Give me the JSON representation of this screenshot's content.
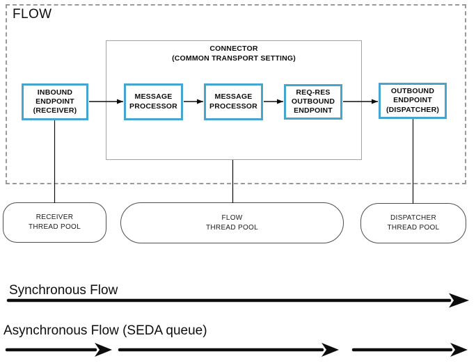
{
  "flow": {
    "title": "FLOW"
  },
  "connector": {
    "title": "CONNECTOR\n(COMMON TRANSPORT SETTING)"
  },
  "nodes": {
    "inbound": "INBOUND\nENDPOINT\n(RECEIVER)",
    "mp1": "MESSAGE\nPROCESSOR",
    "mp2": "MESSAGE\nPROCESSOR",
    "reqres": "REQ-RES\nOUTBOUND\nENDPOINT",
    "outbound": "OUTBOUND\nENDPOINT\n(DISPATCHER)"
  },
  "thread_pools": {
    "receiver": "RECEIVER\nTHREAD POOL",
    "flow": "FLOW\nTHREAD POOL",
    "dispatcher": "DISPATCHER\nTHREAD POOL"
  },
  "legend": {
    "synchronous": "Synchronous Flow",
    "asynchronous": "Asynchronous Flow (SEDA queue)"
  },
  "colors": {
    "node-border": "#46A5D0",
    "outline-dash": "#999999",
    "outline-thin": "#a3a3a3",
    "pool-border": "#4d4d4d",
    "line-color": "#0d0d0d"
  }
}
